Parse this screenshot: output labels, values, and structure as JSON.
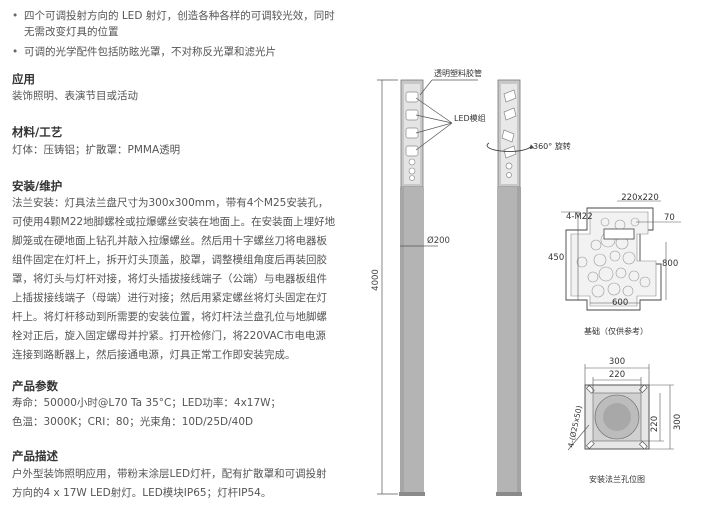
{
  "features": {
    "bullet1_line1": "四个可调投射方向的 LED 射灯，创造各种各样的可调较光效，同时",
    "bullet1_line2": "无需改变灯具的位置",
    "bullet2": "可调的光学配件包括防眩光罩，不对称反光罩和滤光片"
  },
  "application": {
    "title": "应用",
    "text": "装饰照明、表演节目或活动"
  },
  "material": {
    "title": "材料/工艺",
    "text": "灯体：压铸铝；扩散罩：PMMA透明"
  },
  "install": {
    "title": "安装/维护",
    "lines": [
      "法兰安装：灯具法兰盘尺寸为300x300mm，带有4个M25安装孔，",
      "可使用4颗M22地脚螺栓或拉爆螺丝安装在地面上。在安装面上埋好地",
      "脚笼或在硬地面上钻孔并敲入拉爆螺丝。然后用十字螺丝刀将电器板",
      "组件固定在灯杆上，拆开灯头顶盖，胶罩，调整模组角度后再装回胶",
      "罩，将灯头与灯杆对接，将灯头插拔接线端子（公端）与电器板组件",
      "上插拔接线端子（母端）进行对接；然后用紧定螺丝将灯头固定在灯",
      "杆上。将灯杆移动到所需要的安装位置，将灯杆法兰盘孔位与地脚螺",
      "栓对正后，旋入固定螺母并拧紧。打开检修门，将220VAC市电电源",
      "连接到路断器上，然后接通电源，灯具正常工作即安装完成。"
    ]
  },
  "params": {
    "title": "产品参数",
    "line1": "寿命：50000小时@L70 Ta 35°C；LED功率：4x17W；",
    "line2": "色温：3000K；CRI：80；光束角：10D/25D/40D"
  },
  "description": {
    "title": "产品描述",
    "line1": "户外型装饰照明应用，带粉末涂层LED灯杆，配有扩散罩和可调投射",
    "line2": "方向的4 x 17W LED射灯。LED模块IP65；灯杆IP54。"
  },
  "drawing": {
    "label_pmma": "透明塑料胶管",
    "label_led": "LED模组",
    "label_rotate": "360° 旋转",
    "dim_height": "4000",
    "dim_dia": "Ø200",
    "foundation": {
      "dim_top": "220x220",
      "dim_bolt": "4-M22",
      "dim_70": "70",
      "dim_450": "450",
      "dim_800": "800",
      "dim_600": "600",
      "caption": "基础（仅供参考）"
    },
    "flange": {
      "dim_300_top": "300",
      "dim_220_top": "220",
      "dim_holes": "4-(Ø25x50)",
      "dim_220_side": "220",
      "dim_300_side": "300",
      "caption": "安装法兰孔位图"
    }
  },
  "colors": {
    "pole": "#b4b4b4",
    "pole_dark": "#9a9a9a",
    "line": "#444444"
  }
}
